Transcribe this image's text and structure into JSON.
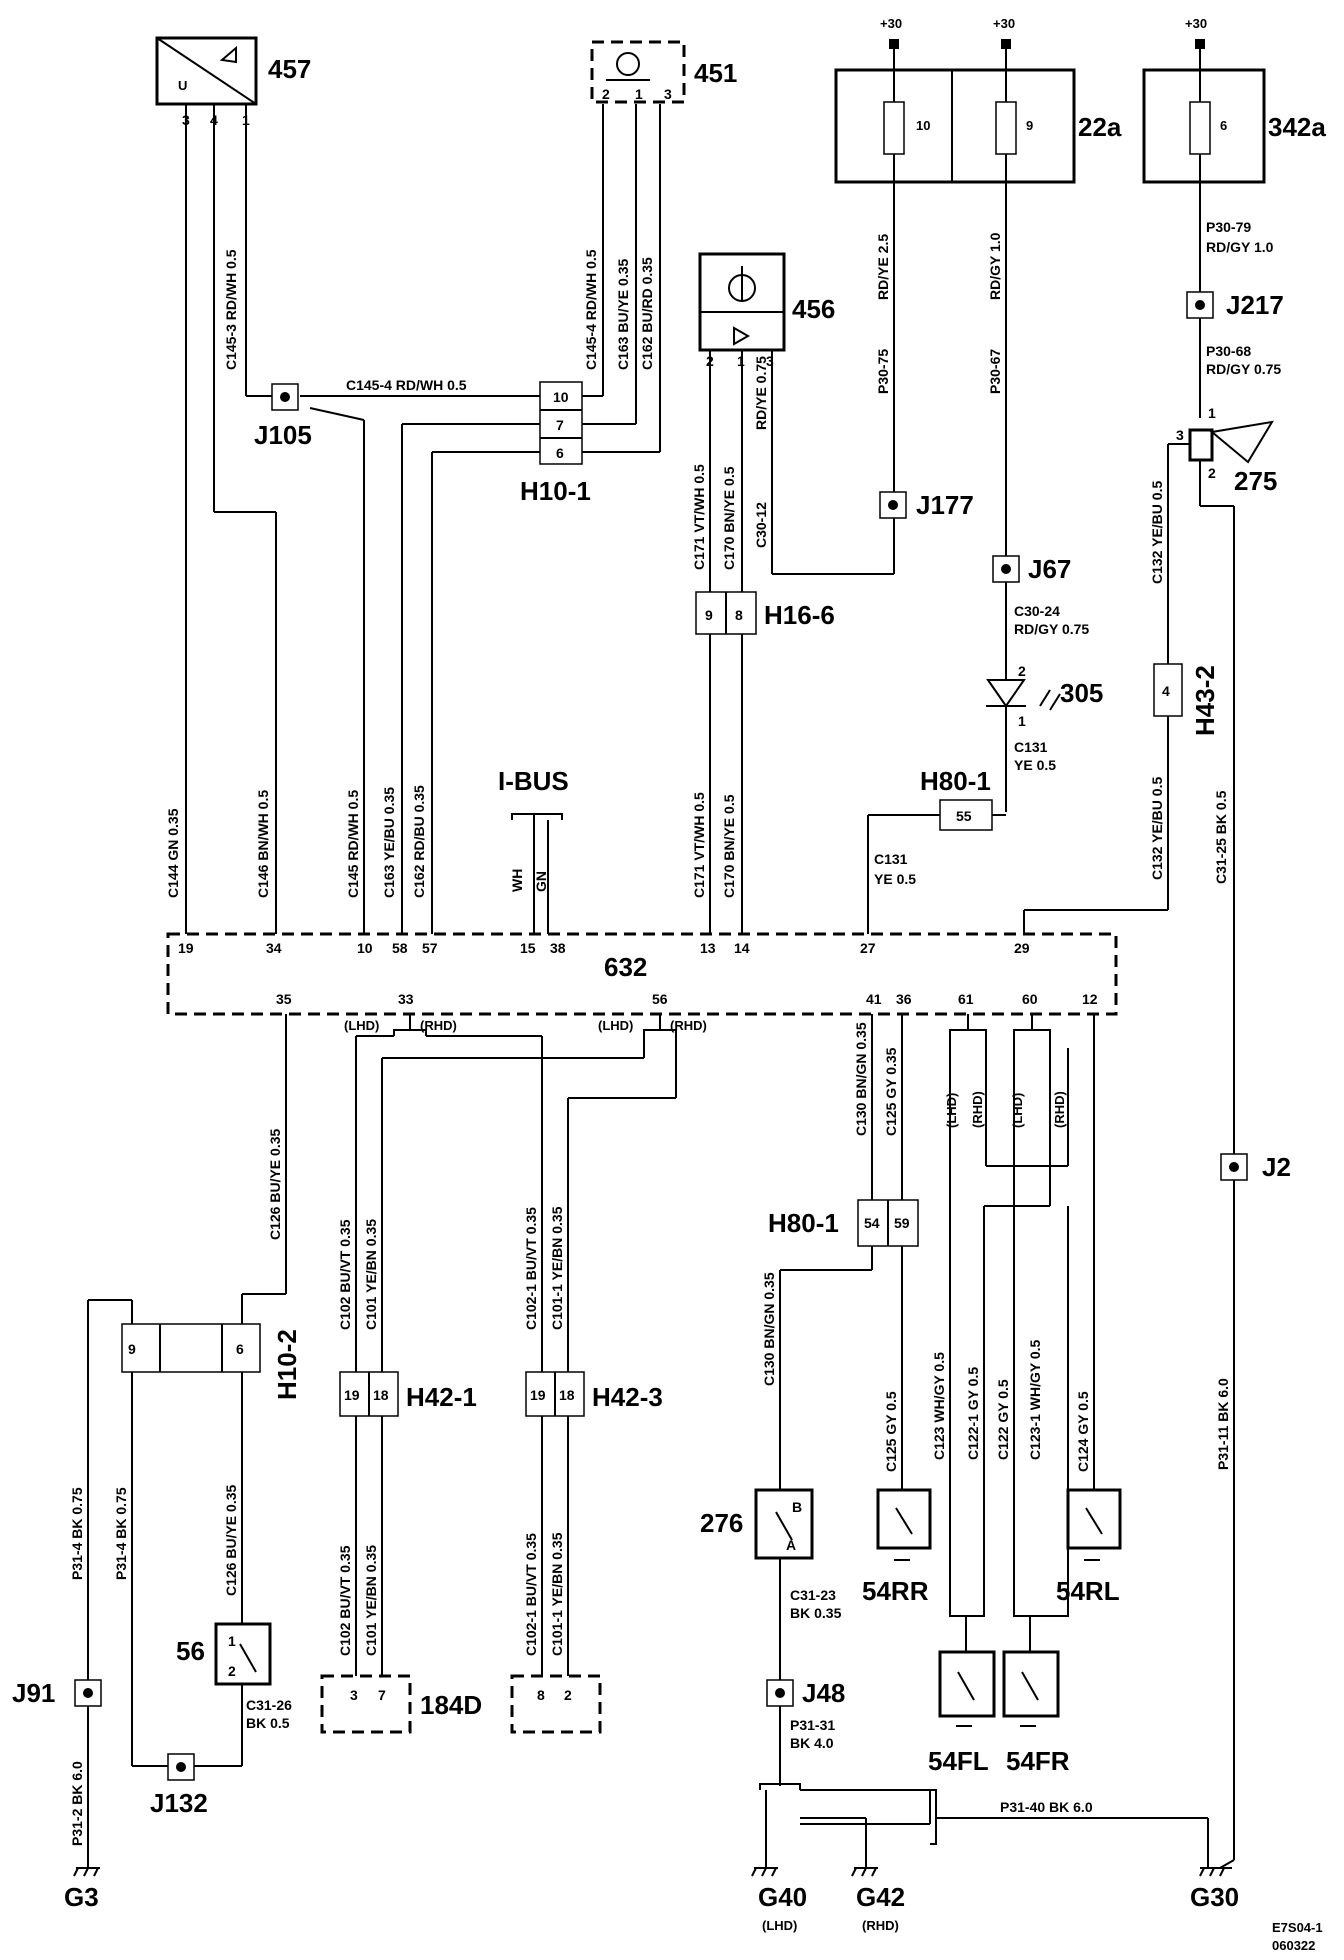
{
  "supply": "+30",
  "components": {
    "c457": "457",
    "c451": "451",
    "c456": "456",
    "c22a": "22a",
    "c342a": "342a",
    "c275": "275",
    "c305": "305",
    "c632": "632",
    "c276": "276",
    "c56": "56",
    "c184d": "184D",
    "c54rr": "54RR",
    "c54rl": "54RL",
    "c54fl": "54FL",
    "c54fr": "54FR",
    "u_label": "U",
    "fuse10": "10",
    "fuse9": "9",
    "fuse6": "6"
  },
  "connectors": {
    "h10_1": "H10-1",
    "h16_6": "H16-6",
    "h43_2": "H43-2",
    "h80_1_top": "H80-1",
    "h80_1_bot": "H80-1",
    "h42_1": "H42-1",
    "h42_3": "H42-3",
    "h10_2": "H10-2"
  },
  "junctions": {
    "j105": "J105",
    "j177": "J177",
    "j67": "J67",
    "j217": "J217",
    "j2": "J2",
    "j91": "J91",
    "j132": "J132",
    "j48": "J48"
  },
  "grounds": {
    "g3": "G3",
    "g40": "G40",
    "g42": "G42",
    "g30": "G30"
  },
  "labels": {
    "ibus": "I-BUS",
    "lhd": "(LHD)",
    "rhd": "(RHD)"
  },
  "wires": {
    "c145_3": "C145-3  RD/WH  0.5",
    "c145_4h": "C145-4   RD/WH  0.5",
    "c145_4v": "C145-4 RD/WH 0.5",
    "c163v": "C163  BU/YE  0.35",
    "c162v": "C162  BU/RD  0.35",
    "c144": "C144  GN  0.35",
    "c146": "C146  BN/WH  0.5",
    "c145": "C145  RD/WH  0.5",
    "c163": "C163  YE/BU  0.35",
    "c162": "C162  RD/BU  0.35",
    "wh": "WH",
    "gn": "GN",
    "c171a": "C171  VT/WH  0.5",
    "c170a": "C170  BN/YE  0.5",
    "rdye075": "RD/YE  0.75",
    "c30_12": "C30-12",
    "c171b": "C171  VT/WH  0.5",
    "c170b": "C170  BN/YE  0.5",
    "rdye25": "RD/YE  2.5",
    "p30_75": "P30-75",
    "rdgy10": "RD/GY  1.0",
    "p30_67": "P30-67",
    "p30_79": "P30-79",
    "p30_79b": "RD/GY    1.0",
    "p30_68": "P30-68",
    "p30_68b": "RD/GY   0.75",
    "c30_24": "C30-24",
    "c30_24b": "RD/GY   0.75",
    "c131a": "C131",
    "c131ab": "YE  0.5",
    "c131b": "C131",
    "c131bb": "YE   0.5",
    "c132a": "C132  YE/BU  0.5",
    "c132b": "C132  YE/BU  0.5",
    "c31_25": "C31-25  BK  0.5",
    "c126a": "C126  BU/YE  0.35",
    "c102a": "C102  BU/VT  0.35",
    "c101a": "C101  YE/BN  0.35",
    "c102_1a": "C102-1  BU/VT  0.35",
    "c101_1a": "C101-1  YE/BN  0.35",
    "c130a": "C130  BN/GN  0.35",
    "c125a": "C125  GY  0.35",
    "lhd_v1": "(LHD)",
    "rhd_v1": "(RHD)",
    "lhd_v2": "(LHD)",
    "rhd_v2": "(RHD)",
    "p31_4a": "P31-4  BK  0.75",
    "p31_4b": "P31-4  BK  0.75",
    "c126b": "C126  BU/YE  0.35",
    "c102b": "C102  BU/VT  0.35",
    "c101b": "C101  YE/BN  0.35",
    "c102_1b": "C102-1  BU/VT  0.35",
    "c101_1b": "C101-1  YE/BN  0.35",
    "c130b": "C130  BN/GN  0.35",
    "c125b": "C125  GY  0.5",
    "c123": "C123  WH/GY  0.5",
    "c122_1": "C122-1  GY  0.5",
    "c122": "C122  GY  0.5",
    "c123_1": "C123-1  WH/GY  0.5",
    "c124": "C124  GY  0.5",
    "p31_11": "P31-11  BK  6.0",
    "p31_2": "P31-2  BK  6.0",
    "c31_26": "C31-26",
    "c31_26b": "BK  0.5",
    "c31_23": "C31-23",
    "c31_23b": "BK 0.35",
    "p31_31": "P31-31",
    "p31_31b": "BK 4.0",
    "p31_40": "P31-40  BK   6.0"
  },
  "pins": {
    "p457_3": "3",
    "p457_4": "4",
    "p457_1": "1",
    "p451_2": "2",
    "p451_1": "1",
    "p451_3": "3",
    "p456_2": "2",
    "p456_1": "1",
    "p456_3": "3",
    "h10_1_10": "10",
    "h10_1_7": "7",
    "h10_1_6": "6",
    "h16_6_9": "9",
    "h16_6_8": "8",
    "p275_1": "1",
    "p275_2": "2",
    "p275_3": "3",
    "p305_2": "2",
    "p305_1": "1",
    "h80_55": "55",
    "h43_4": "4",
    "m19": "19",
    "m34": "34",
    "m10": "10",
    "m58": "58",
    "m57": "57",
    "m15": "15",
    "m38": "38",
    "m13": "13",
    "m14": "14",
    "m27": "27",
    "m29": "29",
    "m35": "35",
    "m33": "33",
    "m56": "56",
    "m41": "41",
    "m36": "36",
    "m61": "61",
    "m60": "60",
    "m12": "12",
    "h80_54": "54",
    "h80_59": "59",
    "h10_2_9": "9",
    "h10_2_6": "6",
    "h42_1_19": "19",
    "h42_1_18": "18",
    "h42_3_19": "19",
    "h42_3_18": "18",
    "p56_1": "1",
    "p56_2": "2",
    "p184_3": "3",
    "p184_7": "7",
    "p184_8": "8",
    "p184_2": "2",
    "p276_b": "B",
    "p276_a": "A"
  },
  "code": {
    "line1": "E7S04-1",
    "line2": "060322"
  }
}
